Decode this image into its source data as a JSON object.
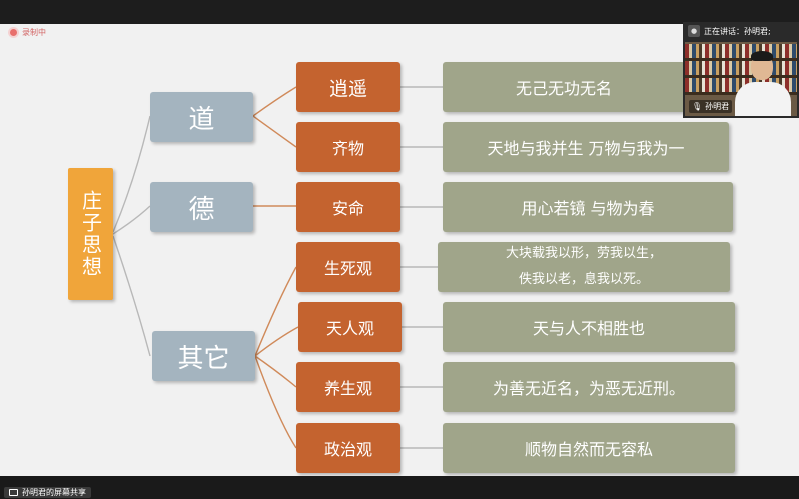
{
  "recording": {
    "label": "录制中"
  },
  "mindmap": {
    "root": "庄子思想",
    "dao": {
      "label": "道",
      "xiaoyao": {
        "label": "逍遥",
        "desc": "无己无功无名"
      },
      "qiwu": {
        "label": "齐物",
        "desc": "天地与我并生  万物与我为一"
      }
    },
    "de": {
      "label": "德",
      "anming": {
        "label": "安命",
        "desc": "用心若镜   与物为春"
      }
    },
    "qita": {
      "label": "其它",
      "shengsi": {
        "label": "生死观",
        "desc_line1": "大块载我以形，劳我以生，",
        "desc_line2": "佚我以老，息我以死。"
      },
      "tianren": {
        "label": "天人观",
        "desc": "天与人不相胜也"
      },
      "yangsheng": {
        "label": "养生观",
        "desc": "为善无近名，为恶无近刑。"
      },
      "zhengzhi": {
        "label": "政治观",
        "desc": "顺物自然而无容私"
      }
    }
  },
  "video": {
    "speaking_label": "正在讲话：孙明君;",
    "participant_name": "孙明君"
  },
  "bottombar": {
    "share_label": "孙明君的屏幕共享"
  },
  "colors": {
    "root": "#f0a53a",
    "level1": "#a4b4bf",
    "level2": "#c4632f",
    "level3": "#a0a58a",
    "connector": "#b8b8b8",
    "connector_warm": "#d08a5a"
  }
}
